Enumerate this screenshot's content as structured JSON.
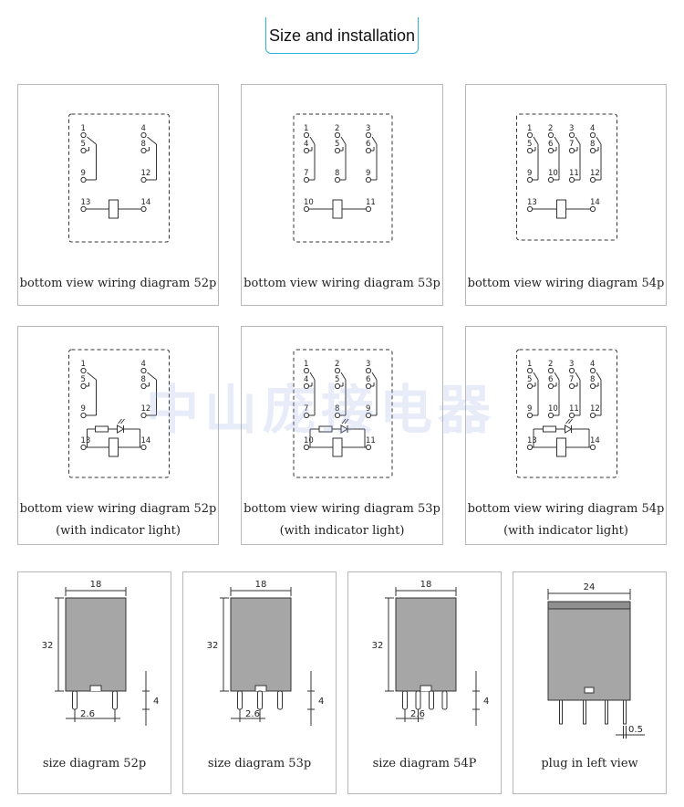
{
  "header": {
    "title": "Size and installation"
  },
  "watermark": {
    "text": "中山庞接电器"
  },
  "wiring": [
    {
      "caption": [
        "bottom view wiring diagram 52p"
      ]
    },
    {
      "caption": [
        "bottom view wiring diagram 53p"
      ]
    },
    {
      "caption": [
        "bottom view wiring diagram 54p"
      ]
    },
    {
      "caption": [
        "bottom view wiring diagram 52p",
        "(with indicator light)"
      ]
    },
    {
      "caption": [
        "bottom view wiring diagram 53p",
        "(with indicator light)"
      ]
    },
    {
      "caption": [
        "bottom view wiring diagram 54p",
        "(with indicator light)"
      ]
    }
  ],
  "pins": {
    "p2": {
      "top": [
        "1",
        "4"
      ],
      "mid": [
        "5",
        "8"
      ],
      "low": [
        "9",
        "12"
      ],
      "coil": [
        "13",
        "14"
      ]
    },
    "p3": {
      "top": [
        "1",
        "2",
        "3"
      ],
      "mid": [
        "4",
        "5",
        "6"
      ],
      "low": [
        "7",
        "8",
        "9"
      ],
      "coil": [
        "10",
        "11"
      ]
    },
    "p4": {
      "top": [
        "1",
        "2",
        "3",
        "4"
      ],
      "mid": [
        "5",
        "6",
        "7",
        "8"
      ],
      "low": [
        "9",
        "10",
        "11",
        "12"
      ],
      "coil": [
        "13",
        "14"
      ]
    }
  },
  "sizes": [
    {
      "caption": "size diagram 52p",
      "width": "18",
      "height": "32",
      "pin_len": "4",
      "pin_pitch": "2.6"
    },
    {
      "caption": "size diagram 53p",
      "width": "18",
      "height": "32",
      "pin_len": "4",
      "pin_pitch": "2.6"
    },
    {
      "caption": "size diagram 54P",
      "width": "18",
      "height": "32",
      "pin_len": "4",
      "pin_pitch": "2.6"
    },
    {
      "caption": "plug in left view",
      "width": "24",
      "pin_thick": "0.5"
    }
  ],
  "colors": {
    "accent": "#2ab3d8",
    "body": "#a6a6a6",
    "line": "#333333",
    "border": "#b8b8b8"
  }
}
